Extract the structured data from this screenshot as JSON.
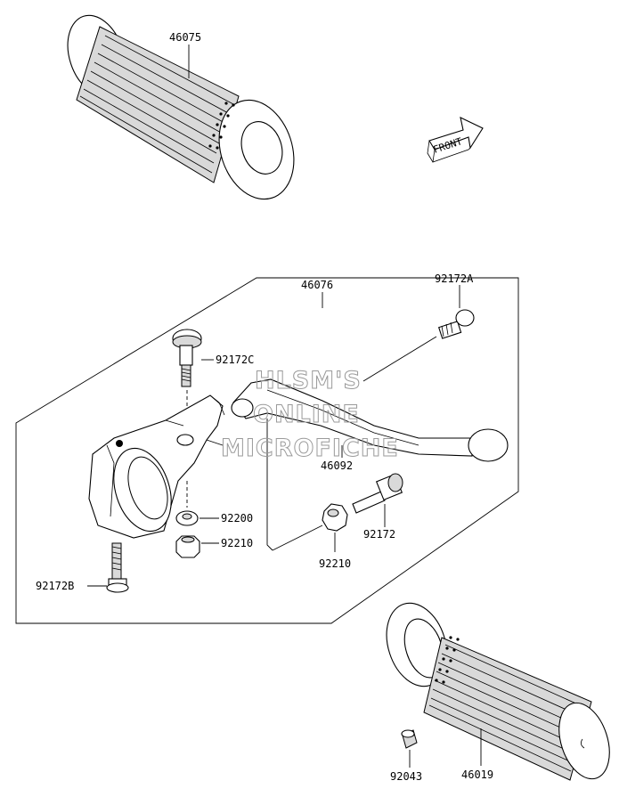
{
  "diagram": {
    "parts": [
      {
        "id": "p46075",
        "number": "46075"
      },
      {
        "id": "p46076",
        "number": "46076"
      },
      {
        "id": "p92172A",
        "number": "92172A"
      },
      {
        "id": "p92172C",
        "number": "92172C"
      },
      {
        "id": "p46092",
        "number": "46092"
      },
      {
        "id": "p92200",
        "number": "92200"
      },
      {
        "id": "p92210a",
        "number": "92210"
      },
      {
        "id": "p92172",
        "number": "92172"
      },
      {
        "id": "p92210b",
        "number": "92210"
      },
      {
        "id": "p92172B",
        "number": "92172B"
      },
      {
        "id": "p46019",
        "number": "46019"
      },
      {
        "id": "p92043",
        "number": "92043"
      }
    ],
    "front_arrow_label": "FRONT",
    "watermark": [
      "HLSM'S",
      "ONLINE",
      "MICROFICHE"
    ]
  }
}
